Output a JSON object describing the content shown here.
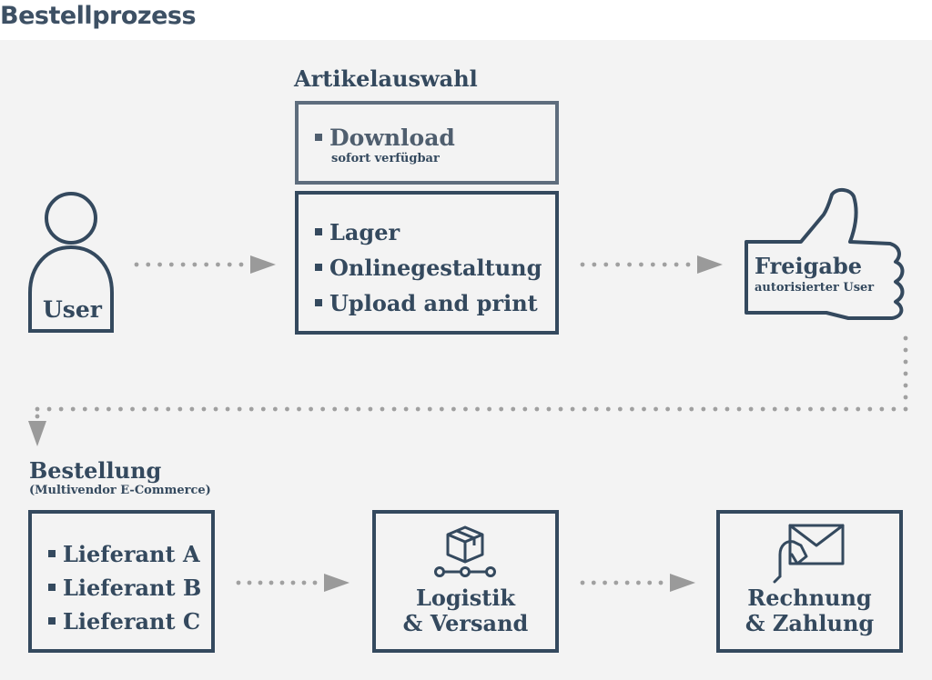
{
  "title": "Bestellprozess",
  "colors": {
    "dark": "#34495e",
    "background": "#f3f3f3",
    "arrow": "#a0a0a0"
  },
  "user": {
    "label": "User",
    "icon": "user-icon"
  },
  "artikelauswahl": {
    "heading": "Artikelauswahl",
    "download": {
      "label": "Download",
      "sublabel": "sofort verfügbar"
    },
    "items": [
      "Lager",
      "Onlinegestaltung",
      "Upload and print"
    ]
  },
  "freigabe": {
    "label": "Freigabe",
    "sublabel": "autorisierter User",
    "icon": "thumbs-up-icon"
  },
  "bestellung": {
    "heading": "Bestellung",
    "subheading": "(Multivendor E-Commerce)",
    "items": [
      "Lieferant A",
      "Lieferant B",
      "Lieferant C"
    ]
  },
  "logistik": {
    "line1": "Logistik",
    "line2": "& Versand",
    "icon": "package-route-icon"
  },
  "rechnung": {
    "line1": "Rechnung",
    "line2": "& Zahlung",
    "icon": "hand-envelope-icon"
  }
}
